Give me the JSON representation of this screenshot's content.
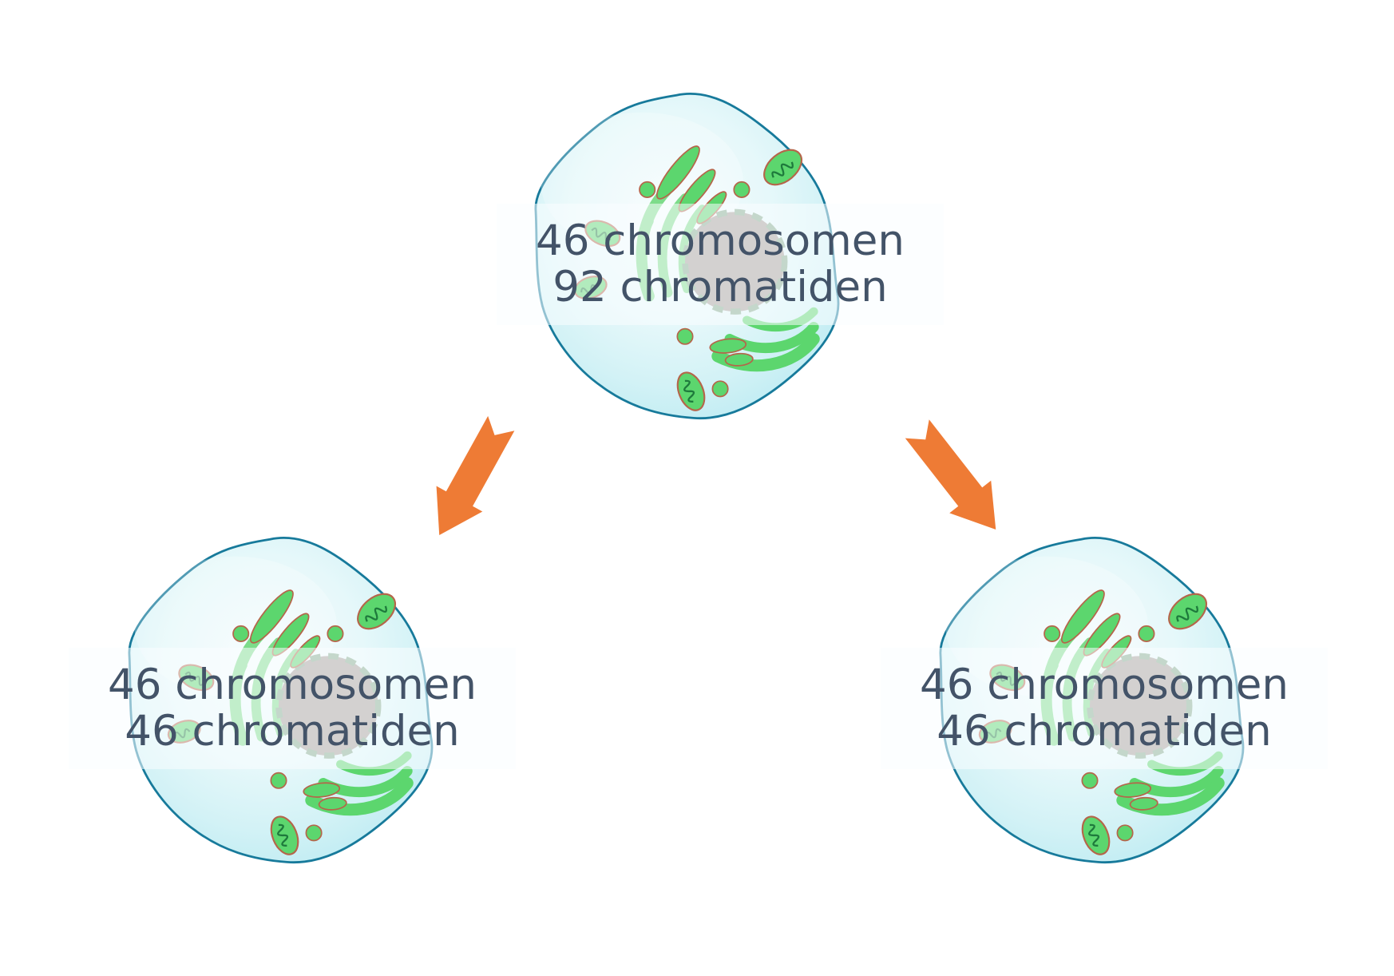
{
  "figure": {
    "type": "cell-division-diagram",
    "background": "#ffffff",
    "parent_cell": {
      "label_line1": "46 chromosomen",
      "label_line2": "92 chromatiden"
    },
    "left_daughter_cell": {
      "label_line1": "46 chromosomen",
      "label_line2": "46 chromatiden"
    },
    "right_daughter_cell": {
      "label_line1": "46 chromosomen",
      "label_line2": "46 chromatiden"
    },
    "arrows": {
      "left_direction": "down-left",
      "right_direction": "down-right"
    },
    "colors": {
      "label_text": "#435368",
      "arrow_orange": "#ee7b35",
      "cell_membrane": "#177a9b",
      "cytoplasm_light": "#e6f8fa",
      "cytoplasm_edge": "#b5e8f0",
      "organelle_green": "#5cd66e",
      "organelle_outline": "#b5654a",
      "nucleus_gray": "#a59b98",
      "nucleus_dash": "#84a98c",
      "label_band": "rgba(249,253,255,0.55)"
    }
  }
}
